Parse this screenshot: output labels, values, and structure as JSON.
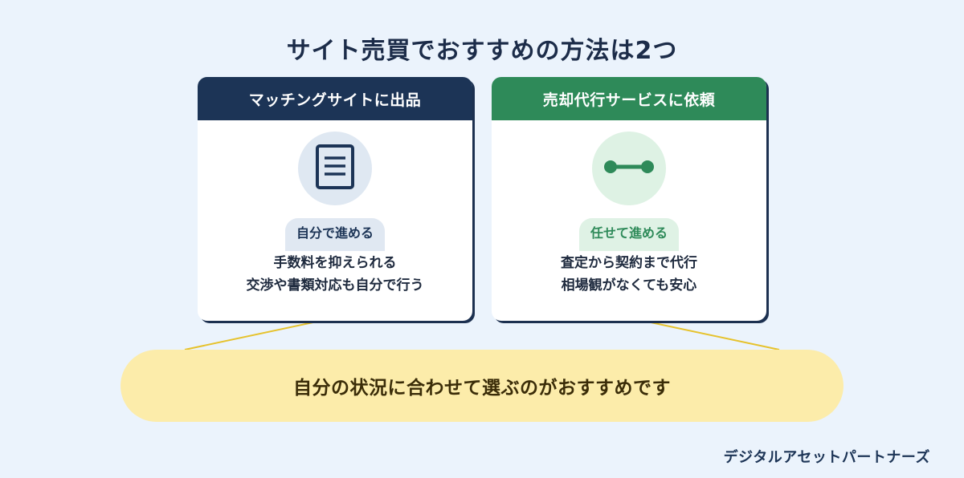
{
  "title": "サイト売買でおすすめの方法は2つ",
  "cards": [
    {
      "header": "マッチングサイトに出品",
      "icon": "document-icon",
      "tag": "自分で進める",
      "lines": [
        "手数料を抑えられる",
        "交渉や書類対応も自分で行う"
      ]
    },
    {
      "header": "売却代行サービスに依頼",
      "icon": "connection-icon",
      "tag": "任せて進める",
      "lines": [
        "査定から契約まで代行",
        "相場観がなくても安心"
      ]
    }
  ],
  "summary": "自分の状況に合わせて選ぶのがおすすめです",
  "brand": "デジタルアセットパートナーズ",
  "colors": {
    "background": "#ebf3fc",
    "navy": "#1c3456",
    "green": "#2e8a59",
    "summary_bg": "#fcecaa",
    "connector": "#e6c22c"
  }
}
